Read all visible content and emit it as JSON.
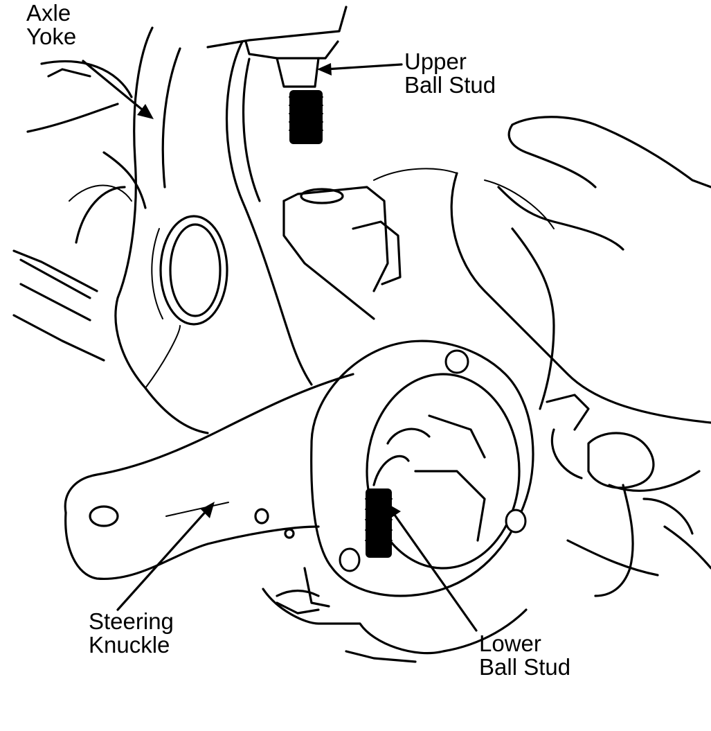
{
  "labels": {
    "axle_yoke": "Axle\nYoke",
    "upper_ball_stud": "Upper\nBall Stud",
    "steering_knuckle": "Steering\nKnuckle",
    "lower_ball_stud": "Lower\nBall Stud"
  },
  "colors": {
    "ink": "#000000",
    "paper": "#ffffff"
  }
}
